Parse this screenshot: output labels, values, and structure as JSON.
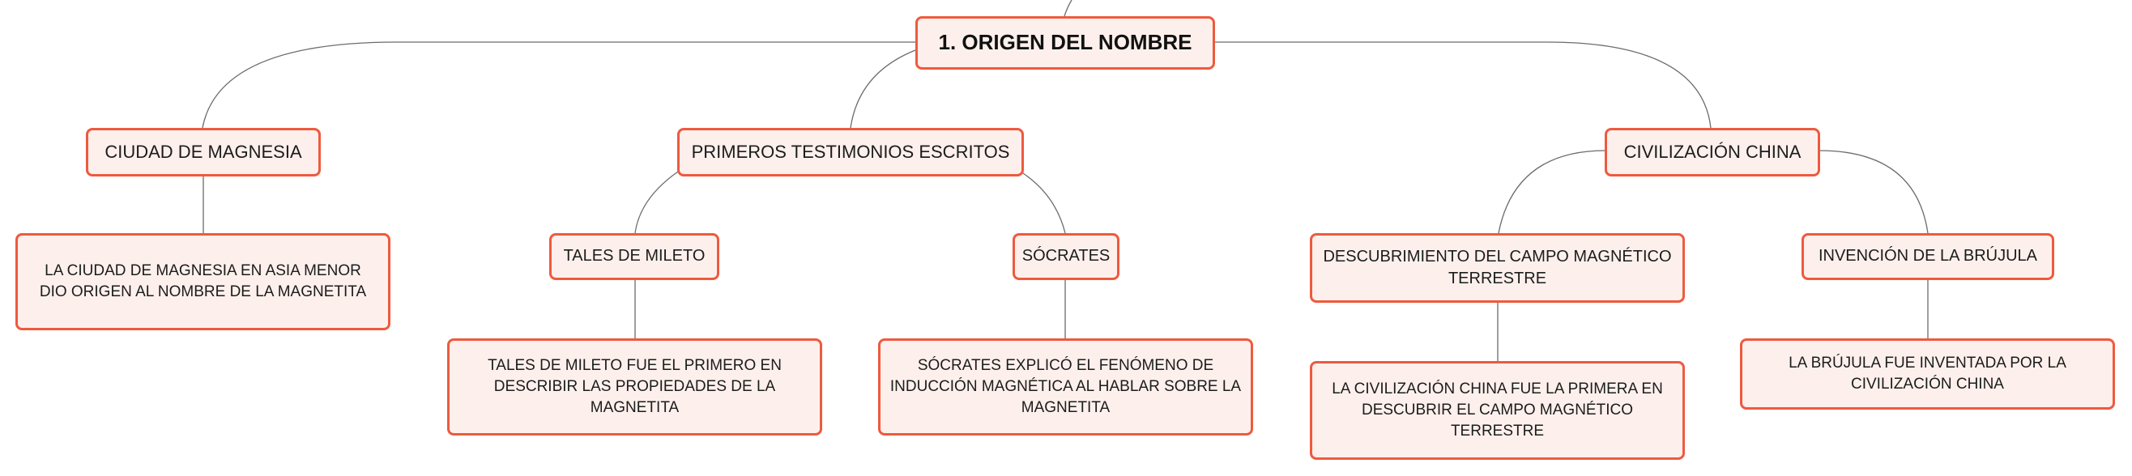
{
  "colors": {
    "node_border": "#ee5a3e",
    "node_fill": "#fdf0ec",
    "connector": "#6b6b6b"
  },
  "root": {
    "label": "1. ORIGEN DEL NOMBRE"
  },
  "nodes": {
    "ciudad_magnesia": {
      "label": "CIUDAD DE MAGNESIA"
    },
    "primeros_testimonios": {
      "label": "PRIMEROS TESTIMONIOS ESCRITOS"
    },
    "civilizacion_china": {
      "label": "CIVILIZACIÓN CHINA"
    },
    "tales": {
      "label": "TALES DE MILETO"
    },
    "socrates": {
      "label": "SÓCRATES"
    },
    "descubrimiento": {
      "label": "DESCUBRIMIENTO DEL CAMPO MAGNÉTICO TERRESTRE"
    },
    "invencion": {
      "label": "INVENCIÓN DE LA BRÚJULA"
    }
  },
  "leaves": {
    "magnesia_text": {
      "label": "LA CIUDAD DE MAGNESIA EN ASIA MENOR DIO ORIGEN AL NOMBRE DE LA MAGNETITA"
    },
    "tales_text": {
      "label": "TALES DE MILETO FUE EL PRIMERO EN DESCRIBIR LAS PROPIEDADES DE LA MAGNETITA"
    },
    "socrates_text": {
      "label": "SÓCRATES EXPLICÓ EL FENÓMENO DE INDUCCIÓN MAGNÉTICA AL HABLAR SOBRE LA MAGNETITA"
    },
    "china_text": {
      "label": "LA CIVILIZACIÓN CHINA FUE LA PRIMERA EN DESCUBRIR EL CAMPO MAGNÉTICO TERRESTRE"
    },
    "brujula_text": {
      "label": "LA BRÚJULA FUE INVENTADA POR LA CIVILIZACIÓN CHINA"
    }
  }
}
